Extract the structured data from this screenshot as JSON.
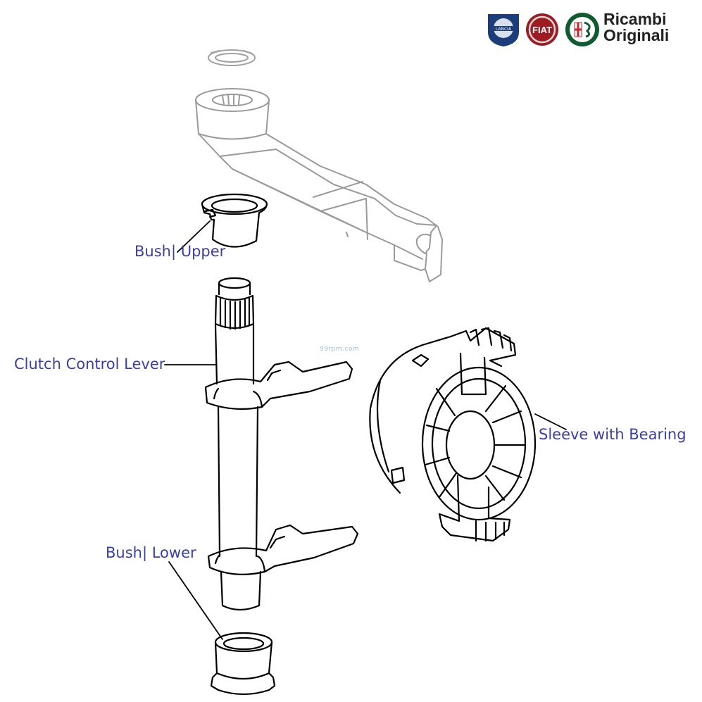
{
  "colors": {
    "label": "#3a3fa8",
    "line": "#000000",
    "faded": "#9a9a9a",
    "lancia": "#1c3d7a",
    "fiat": "#9e1b22",
    "alfa": "#0f5a2e"
  },
  "brand": {
    "line1": "Ricambi",
    "line2": "Originali",
    "logo1": "LANCIA",
    "logo2": "FIAT"
  },
  "watermark": "99rpm.com",
  "labels": {
    "bush_upper": "Bush| Upper",
    "clutch_lever": "Clutch Control Lever",
    "sleeve": "Sleeve with Bearing",
    "bush_lower": "Bush| Lower"
  }
}
